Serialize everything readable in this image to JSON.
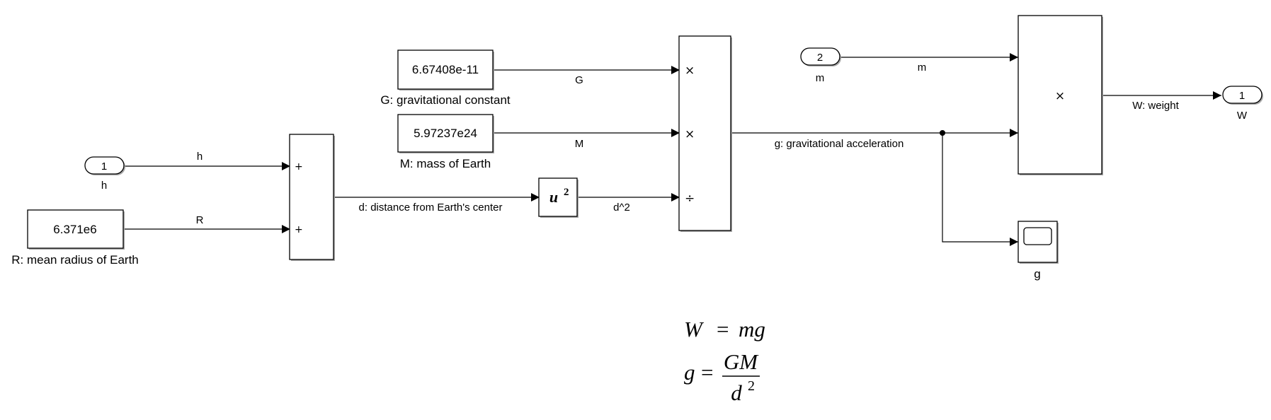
{
  "inports": {
    "h": {
      "number": "1",
      "name": "h",
      "signal": "h"
    },
    "m": {
      "number": "2",
      "name": "m",
      "signal": "m"
    }
  },
  "constants": {
    "R": {
      "value": "6.371e6",
      "caption": "R: mean radius of Earth",
      "signal": "R"
    },
    "G": {
      "value": "6.67408e-11",
      "caption": "G: gravitational constant",
      "signal": "G"
    },
    "M": {
      "value": "5.97237e24",
      "caption": "M: mass of Earth",
      "signal": "M"
    }
  },
  "sum_block": {
    "sign1": "+",
    "sign2": "+",
    "output_signal": "d: distance from Earth's center"
  },
  "square_block": {
    "base": "u",
    "exponent": "2",
    "output_signal": "d^2"
  },
  "product_block": {
    "op1": "×",
    "op2": "×",
    "op3": "÷",
    "output_signal": "g: gravitational acceleration"
  },
  "weight_product": {
    "op": "×",
    "output_signal": "W: weight"
  },
  "outport": {
    "number": "1",
    "name": "W"
  },
  "scope": {
    "name": "g"
  },
  "equations": {
    "eq1": {
      "lhs": "W",
      "equals": "=",
      "rhs": "mg"
    },
    "eq2": {
      "lhs": "g",
      "equals": "=",
      "numerator": "GM",
      "den_base": "d",
      "den_exp": "2"
    }
  }
}
